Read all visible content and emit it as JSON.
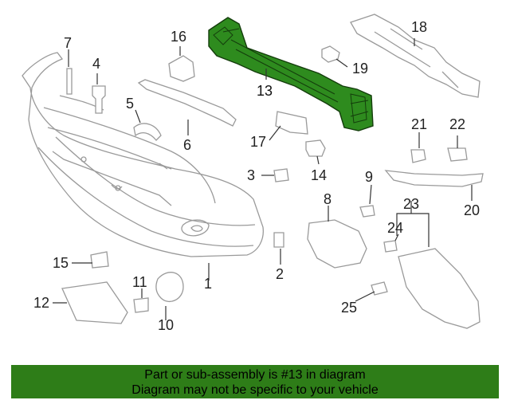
{
  "diagram": {
    "highlight_color": "#2e8b1e",
    "callouts": {
      "c1": "1",
      "c2": "2",
      "c3": "3",
      "c4": "4",
      "c5": "5",
      "c6": "6",
      "c7": "7",
      "c8": "8",
      "c9": "9",
      "c10": "10",
      "c11": "11",
      "c12": "12",
      "c13": "13",
      "c14": "14",
      "c15": "15",
      "c16": "16",
      "c17": "17",
      "c18": "18",
      "c19": "19",
      "c20": "20",
      "c21": "21",
      "c22": "22",
      "c23": "23",
      "c24": "24",
      "c25": "25"
    }
  },
  "banner": {
    "color": "#2e7d18",
    "line1": "Part or sub-assembly is #13 in diagram",
    "line2": "Diagram may not be specific to your vehicle"
  }
}
